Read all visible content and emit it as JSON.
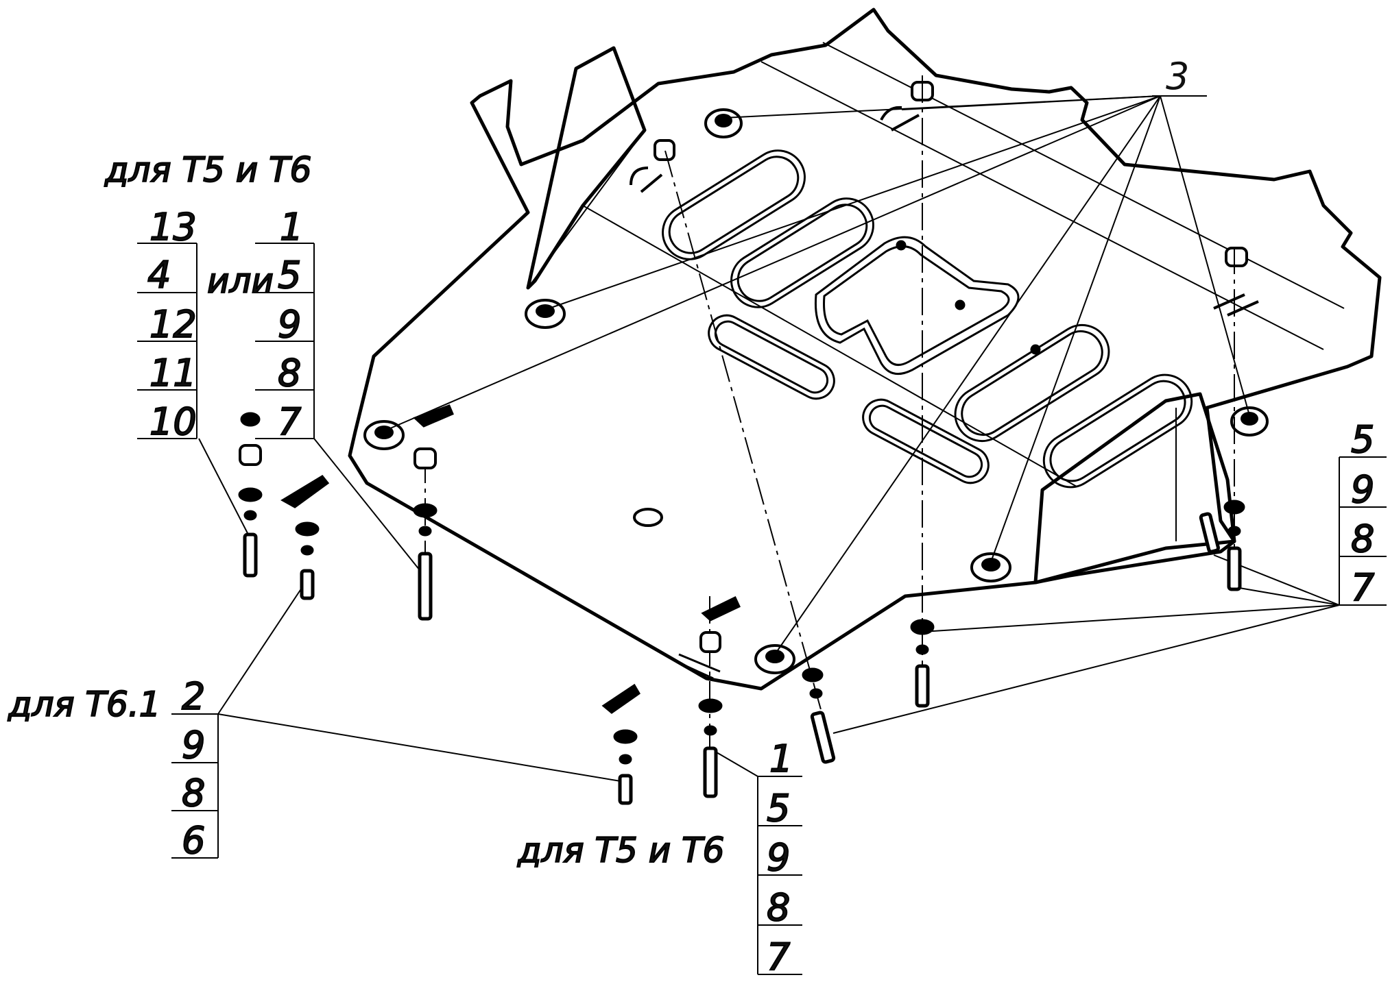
{
  "callouts": {
    "top_right": "3",
    "upper_left_caption": "для Т5 и Т6",
    "upper_left_stack_a": [
      "13",
      "4",
      "12",
      "11",
      "10"
    ],
    "upper_left_or": "или",
    "upper_left_stack_b": [
      "1",
      "5",
      "9",
      "8",
      "7"
    ],
    "right_stack": [
      "5",
      "9",
      "8",
      "7"
    ],
    "left_caption": "для Т6.1",
    "left_stack": [
      "2",
      "9",
      "8",
      "6"
    ],
    "bottom_caption": "для Т5 и Т6",
    "bottom_stack": [
      "1",
      "5",
      "9",
      "8",
      "7"
    ]
  }
}
